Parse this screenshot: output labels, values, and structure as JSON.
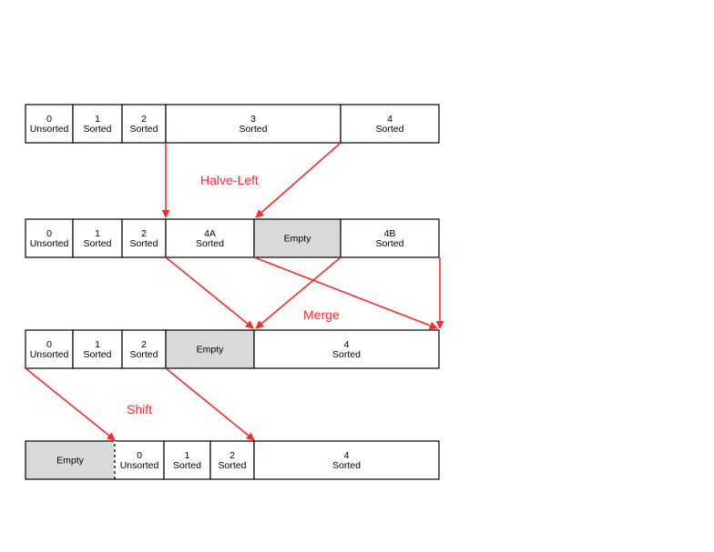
{
  "colors": {
    "arrow": "#ff2a2a",
    "label": "#ff2a2a",
    "border": "#000000",
    "empty_fill": "#d9d9d9",
    "cell_fill": "#ffffff"
  },
  "rows": [
    {
      "name": "initial",
      "cells": [
        {
          "lines": [
            "0",
            "Unsorted"
          ],
          "empty": false
        },
        {
          "lines": [
            "1",
            "Sorted"
          ],
          "empty": false
        },
        {
          "lines": [
            "2",
            "Sorted"
          ],
          "empty": false
        },
        {
          "lines": [
            "3",
            "Sorted"
          ],
          "empty": false
        },
        {
          "lines": [
            "4",
            "Sorted"
          ],
          "empty": false
        }
      ]
    },
    {
      "name": "after-halve-left",
      "cells": [
        {
          "lines": [
            "0",
            "Unsorted"
          ],
          "empty": false
        },
        {
          "lines": [
            "1",
            "Sorted"
          ],
          "empty": false
        },
        {
          "lines": [
            "2",
            "Sorted"
          ],
          "empty": false
        },
        {
          "lines": [
            "4A",
            "Sorted"
          ],
          "empty": false
        },
        {
          "lines": [
            "Empty"
          ],
          "empty": true
        },
        {
          "lines": [
            "4B",
            "Sorted"
          ],
          "empty": false
        }
      ]
    },
    {
      "name": "after-merge",
      "cells": [
        {
          "lines": [
            "0",
            "Unsorted"
          ],
          "empty": false
        },
        {
          "lines": [
            "1",
            "Sorted"
          ],
          "empty": false
        },
        {
          "lines": [
            "2",
            "Sorted"
          ],
          "empty": false
        },
        {
          "lines": [
            "Empty"
          ],
          "empty": true
        },
        {
          "lines": [
            "4",
            "Sorted"
          ],
          "empty": false
        }
      ]
    },
    {
      "name": "after-shift",
      "cells": [
        {
          "lines": [
            "Empty"
          ],
          "empty": true
        },
        {
          "lines": [
            "0",
            "Unsorted"
          ],
          "empty": false
        },
        {
          "lines": [
            "1",
            "Sorted"
          ],
          "empty": false
        },
        {
          "lines": [
            "2",
            "Sorted"
          ],
          "empty": false
        },
        {
          "lines": [
            "4",
            "Sorted"
          ],
          "empty": false
        }
      ]
    }
  ],
  "labels": {
    "halve_left": "Halve-Left",
    "merge": "Merge",
    "shift": "Shift"
  }
}
